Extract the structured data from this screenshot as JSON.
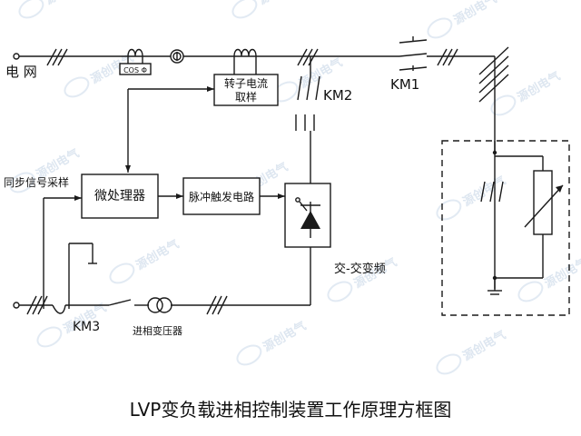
{
  "labels": {
    "grid": "电 网",
    "cos_meter": "COS Φ",
    "rotor_current_line1": "转子电流",
    "rotor_current_line2": "取样",
    "km2": "KM2",
    "km1": "KM1",
    "sync_sampling": "同步信号采样",
    "microprocessor": "微处理器",
    "pulse_trigger": "脉冲触发电路",
    "ac_ac_converter": "交-交变频",
    "km3": "KM3",
    "phase_transformer": "进相变压器"
  },
  "title": "LVP变负载进相控制装置工作原理方框图",
  "watermark": {
    "text": "源创电气",
    "color": "#9fb9d6"
  },
  "colors": {
    "line": "#1a1a1a",
    "background": "#ffffff"
  }
}
